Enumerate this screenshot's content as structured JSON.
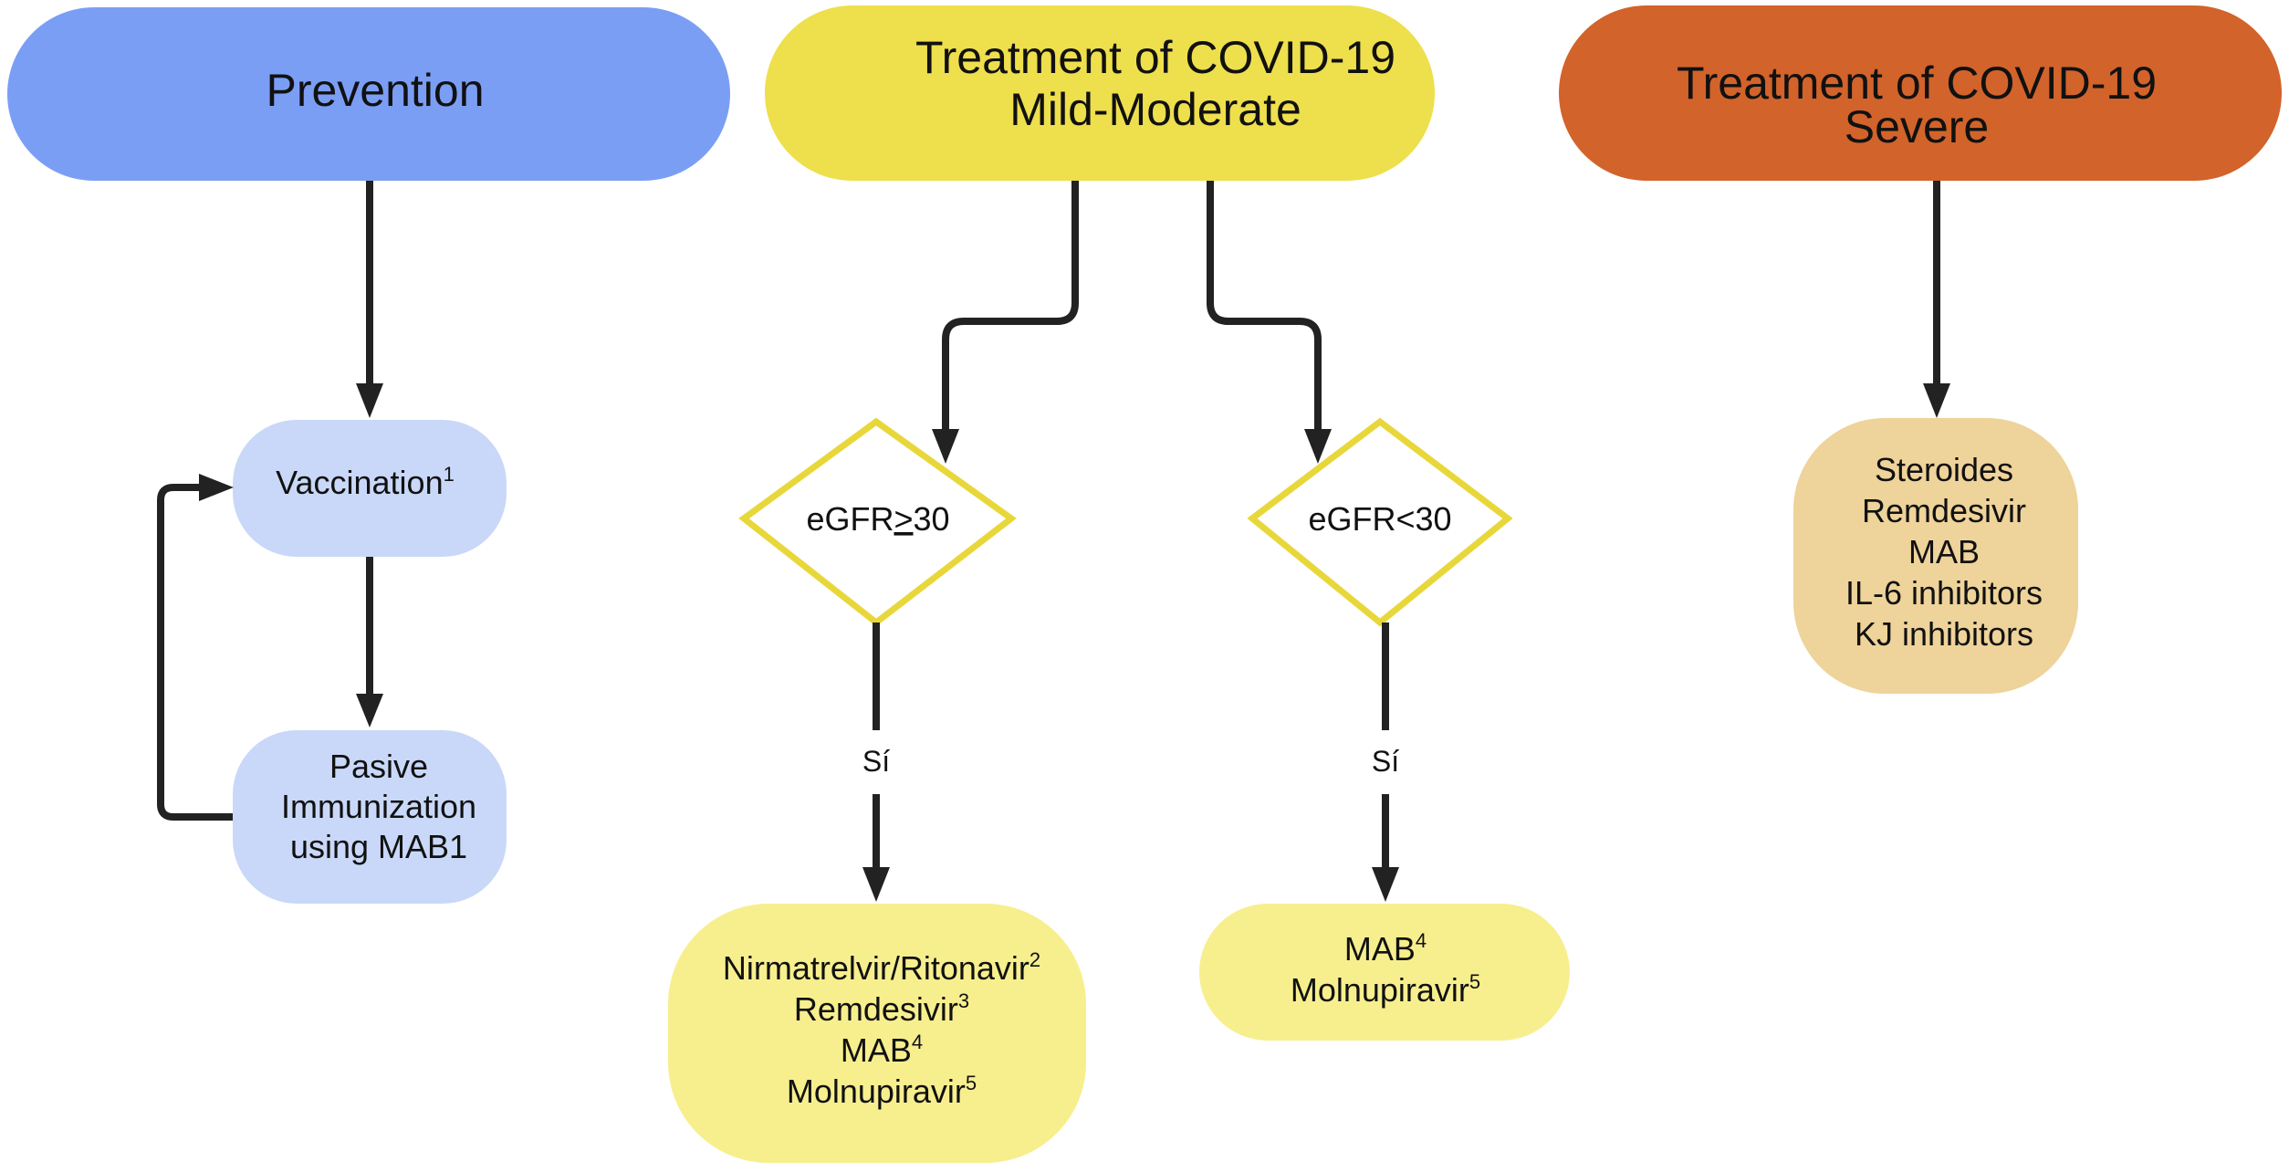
{
  "columns": {
    "prevention": {
      "header": "Prevention",
      "color": "#7B9EF5",
      "vaccination": {
        "label": "Vaccination",
        "ref": "1",
        "color": "#C9D8F8"
      },
      "passive": {
        "lines": [
          "Pasive",
          "Immunization",
          "using MAB1"
        ],
        "color": "#C9D8F8"
      }
    },
    "mild": {
      "header_lines": [
        "Treatment of COVID-19",
        "Mild-Moderate"
      ],
      "color": "#EEDF4C",
      "decision_high": {
        "prefix": "eGFR",
        "symbol": ">",
        "value": "30"
      },
      "decision_low": {
        "label": "eGFR<30"
      },
      "decision_color": "#E8D73A",
      "yes_label": "Sí",
      "outcome_high": {
        "color": "#F7EF8E",
        "lines": [
          {
            "text": "Nirmatrelvir/Ritonavir",
            "ref": "2"
          },
          {
            "text": "Remdesivir",
            "ref": "3"
          },
          {
            "text": "MAB",
            "ref": "4"
          },
          {
            "text": "Molnupiravir",
            "ref": "5"
          }
        ]
      },
      "outcome_low": {
        "color": "#F7EF8E",
        "lines": [
          {
            "text": "MAB",
            "ref": "4"
          },
          {
            "text": "Molnupiravir",
            "ref": "5"
          }
        ]
      }
    },
    "severe": {
      "header_lines": [
        "Treatment of COVID-19",
        "Severe"
      ],
      "color": "#D2632B",
      "treatments": {
        "color": "#EED39A",
        "lines": [
          "Steroides",
          "Remdesivir",
          "MAB",
          "IL-6 inhibitors",
          "KJ inhibitors"
        ]
      }
    }
  }
}
